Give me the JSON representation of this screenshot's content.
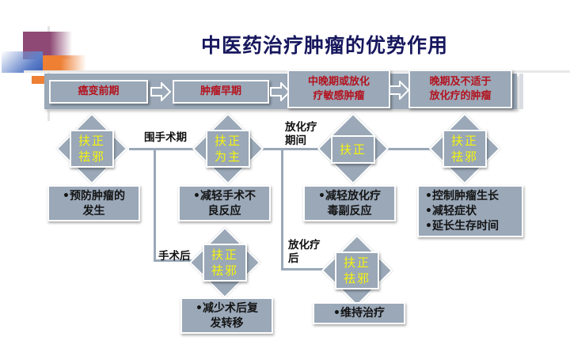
{
  "title": "中医药治疗肿瘤的优势作用",
  "phases": [
    {
      "lines": [
        "癌变前期"
      ]
    },
    {
      "lines": [
        "肿瘤早期"
      ]
    },
    {
      "lines": [
        "中晚期或放化",
        "疗敏感肿瘤"
      ]
    },
    {
      "lines": [
        "晚期及不适于",
        "放化疗的肿瘤"
      ]
    }
  ],
  "nodes": [
    {
      "lines": [
        "扶正",
        "祛邪"
      ]
    },
    {
      "lines": [
        "扶正",
        "为主"
      ]
    },
    {
      "lines": [
        "扶正"
      ]
    },
    {
      "lines": [
        "扶正",
        "祛邪"
      ]
    },
    {
      "lines": [
        "扶正",
        "祛邪"
      ]
    },
    {
      "lines": [
        "扶正",
        "祛邪"
      ]
    }
  ],
  "benefits": [
    {
      "lines": [
        "•预防肿瘤的",
        "发生"
      ]
    },
    {
      "lines": [
        "•减轻手术不",
        "良反应"
      ]
    },
    {
      "lines": [
        "•减轻放化疗",
        "毒副反应"
      ]
    },
    {
      "lines": [
        "•控制肿瘤生长",
        "•减轻症状",
        "•延长生存时间"
      ]
    },
    {
      "lines": [
        "•减少术后复",
        "发转移"
      ]
    },
    {
      "lines": [
        "•维持治疗"
      ]
    }
  ],
  "labels": {
    "perioperative": "围手术期",
    "chemo_period_1": "放化疗",
    "chemo_period_2": "期间",
    "postop": "手术后",
    "post_chemo_1": "放化疗",
    "post_chemo_2": "后"
  },
  "colors": {
    "title": "#17175e",
    "phase_text": "#b3121e",
    "node_text": "#f5f50a",
    "box_fill": "#9aa8b8"
  }
}
